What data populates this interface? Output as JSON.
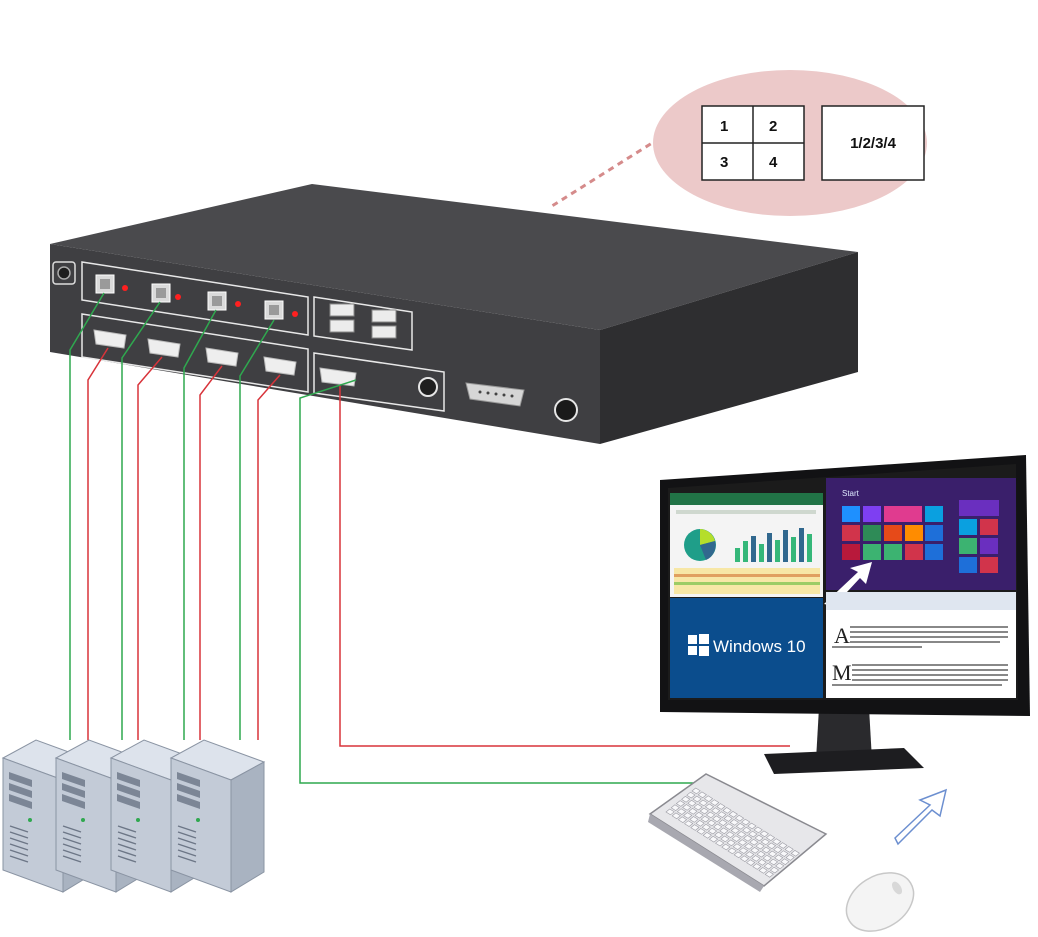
{
  "layout_callout": {
    "quad_labels": [
      "1",
      "2",
      "3",
      "4"
    ],
    "full_label": "1/2/3/4"
  },
  "monitor": {
    "os_label": "Windows 10",
    "start_label": "Start"
  },
  "colors": {
    "usb_cable": "#2fa84f",
    "hdmi_cable": "#d8333a",
    "device_body": "#3f3f42",
    "callout_fill": "#ecc9c9",
    "callout_line": "#d58b8b"
  },
  "diagram": {
    "pc_count": 4,
    "peripherals": [
      "keyboard",
      "mouse",
      "monitor"
    ]
  }
}
